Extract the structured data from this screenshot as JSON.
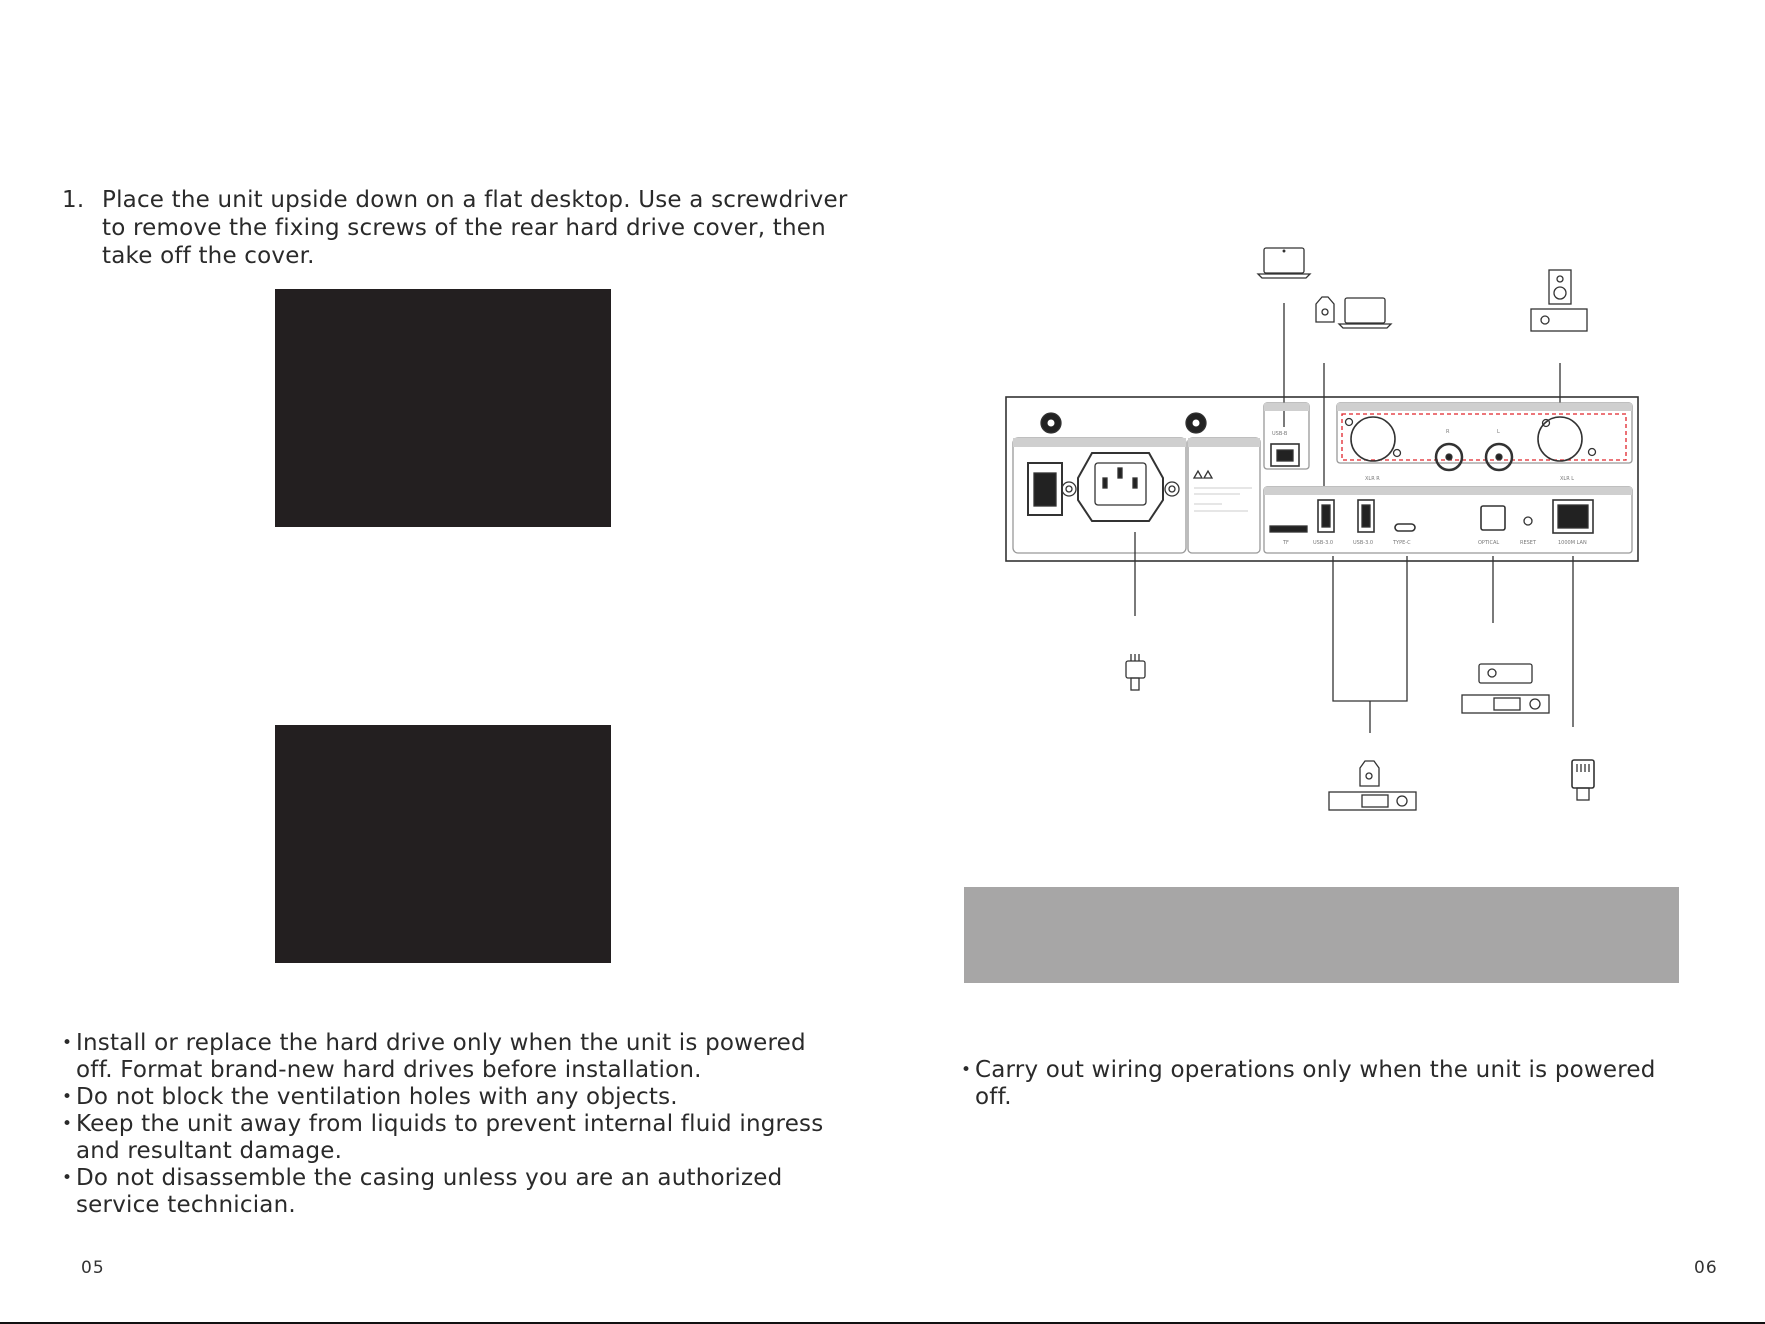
{
  "left_page": {
    "step": {
      "number": "1.",
      "text": "Place the unit upside down on a flat desktop. Use a screwdriver to remove the fixing screws of the rear hard drive cover, then take off the cover."
    },
    "notes": [
      "Install or replace the hard drive only when the unit is powered off. Format brand-new hard drives before installation.",
      "Do not block the ventilation holes with any objects.",
      "Keep the unit away from liquids to prevent internal fluid ingress and resultant damage.",
      "Do not disassemble the casing unless you are an authorized service technician."
    ],
    "page_number": "05"
  },
  "right_page": {
    "note": "Carry out wiring operations only when the unit is powered off.",
    "page_number": "06",
    "panel_labels": {
      "usb_b": "USB-B",
      "xlr_r": "XLR R",
      "xlr_l": "XLR L",
      "rca_r": "R",
      "rca_l": "L",
      "tf": "TF",
      "usb30_a": "USB-3.0",
      "usb30_b": "USB-3.0",
      "type_c": "TYPE-C",
      "optical": "OPTICAL",
      "reset": "RESET",
      "lan": "1000M LAN"
    }
  },
  "colors": {
    "photo_placeholder": "#231f20",
    "gray_band": "#a7a6a6",
    "dashed_outline": "#e0242b"
  }
}
